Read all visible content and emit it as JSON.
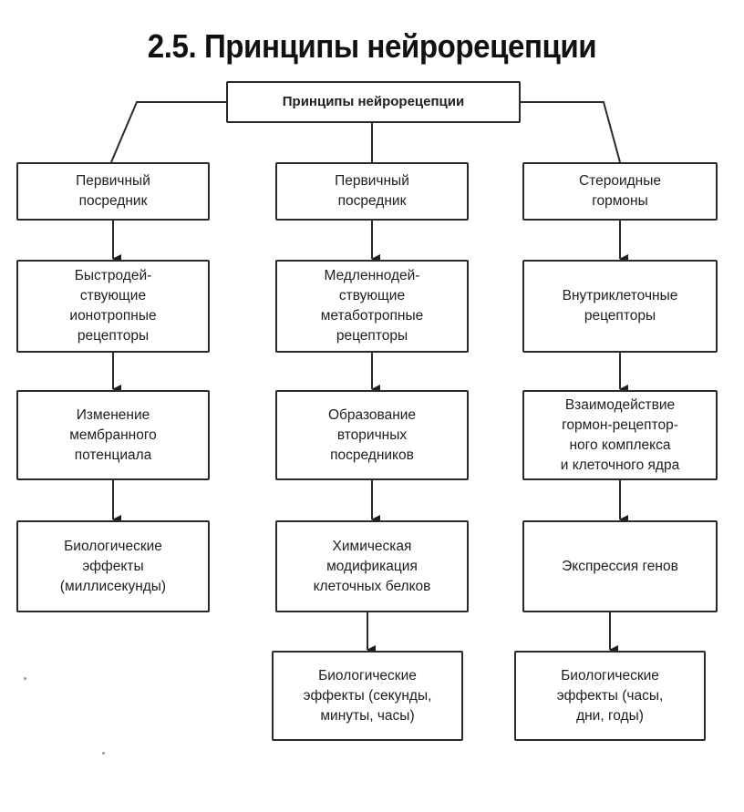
{
  "title": "2.5. Принципы нейрорецепции",
  "diagram": {
    "root": "Принципы нейрорецепции",
    "columns": [
      {
        "steps": [
          "Первичный\nпосредник",
          "Быстродей-\nствующие\nионотропные\nрецепторы",
          "Изменение\nмембранного\nпотенциала",
          "Биологические\nэффекты\n(миллисекунды)"
        ]
      },
      {
        "steps": [
          "Первичный\nпосредник",
          "Медленнодей-\nствующие\nметаботропные\nрецепторы",
          "Образование\nвторичных\nпосредников",
          "Химическая\nмодификация\nклеточных белков",
          "Биологические\nэффекты (секунды,\nминуты, часы)"
        ]
      },
      {
        "steps": [
          "Стероидные\nгормоны",
          "Внутриклеточные\nрецепторы",
          "Взаимодействие\nгормон-рецептор-\nного комплекса\nи клеточного ядра",
          "Экспрессия генов",
          "Биологические\nэффекты (часы,\nдни, годы)"
        ]
      }
    ]
  }
}
